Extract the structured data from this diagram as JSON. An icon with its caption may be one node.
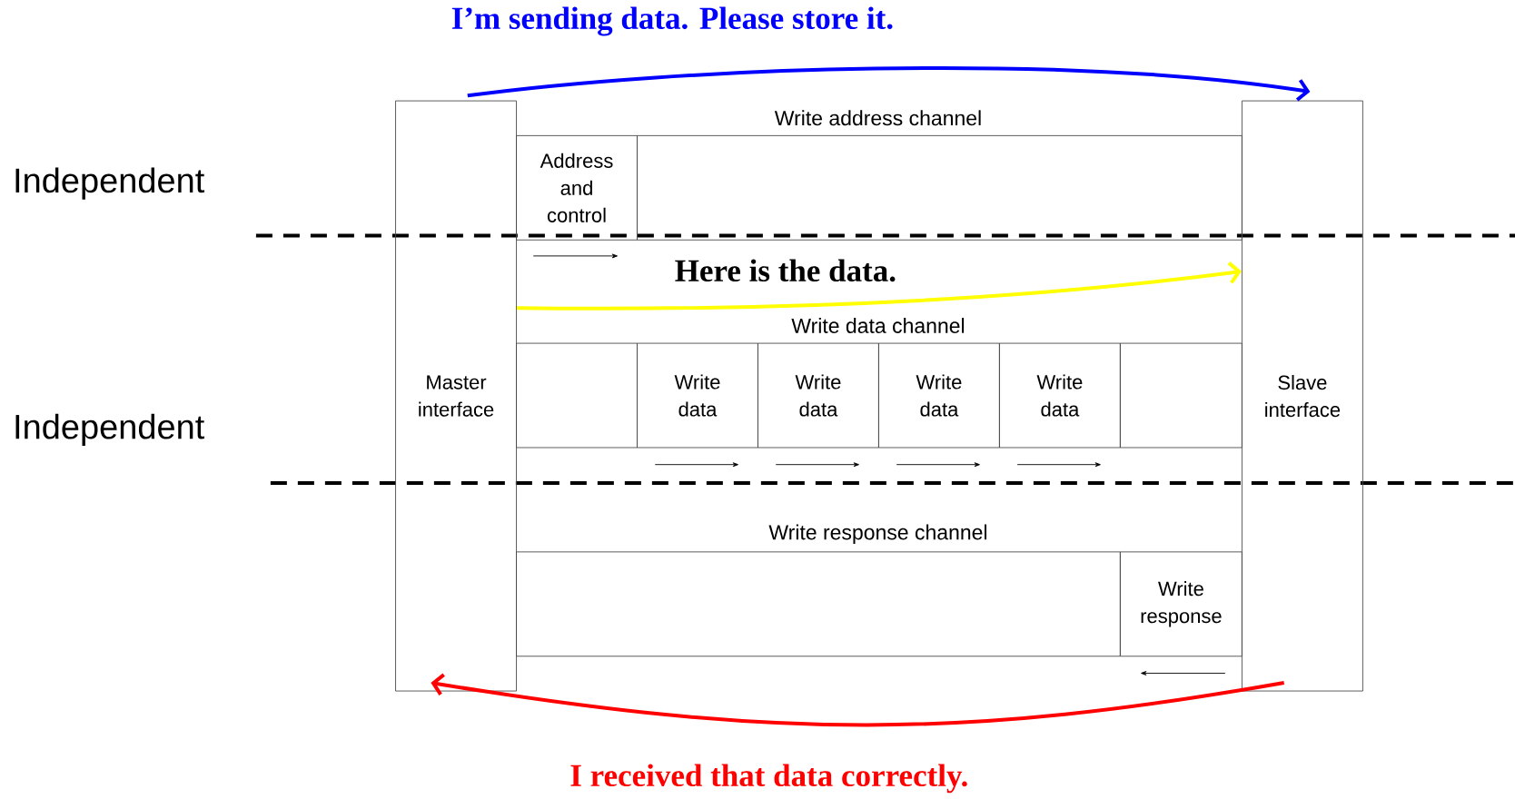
{
  "diagram": {
    "nodes": [
      {
        "text": [
          "Master interface"
        ]
      },
      {
        "text": [
          "Slave interface"
        ]
      },
      {
        "text": [
          "Address and control"
        ]
      },
      {
        "text": [],
        "shape": "box"
      },
      {
        "text": [],
        "shape": "box"
      },
      {
        "text": [
          "Write data"
        ]
      },
      {
        "text": [
          "Write data"
        ]
      },
      {
        "text": [
          "Write data"
        ]
      },
      {
        "text": [
          "Write data"
        ]
      },
      {
        "text": [],
        "shape": "box"
      },
      {
        "text": [],
        "shape": "box"
      },
      {
        "text": [
          "Write response"
        ]
      }
    ],
    "edges": [
      {
        "from": 0,
        "to": 1,
        "arrow": "to",
        "label": "I’m sending data. Please store it.",
        "color": "#0000ff"
      },
      {
        "from": 0,
        "to": 1,
        "arrow": "to",
        "label": "Here is the data.",
        "color": "#ffff00"
      },
      {
        "from": 1,
        "to": 0,
        "arrow": "to",
        "label": "I received that data correctly.",
        "color": "#ff0000"
      }
    ],
    "labels": [
      "Write address channel",
      "Independent",
      "Write data channel",
      "Independent",
      "Write response channel"
    ]
  }
}
